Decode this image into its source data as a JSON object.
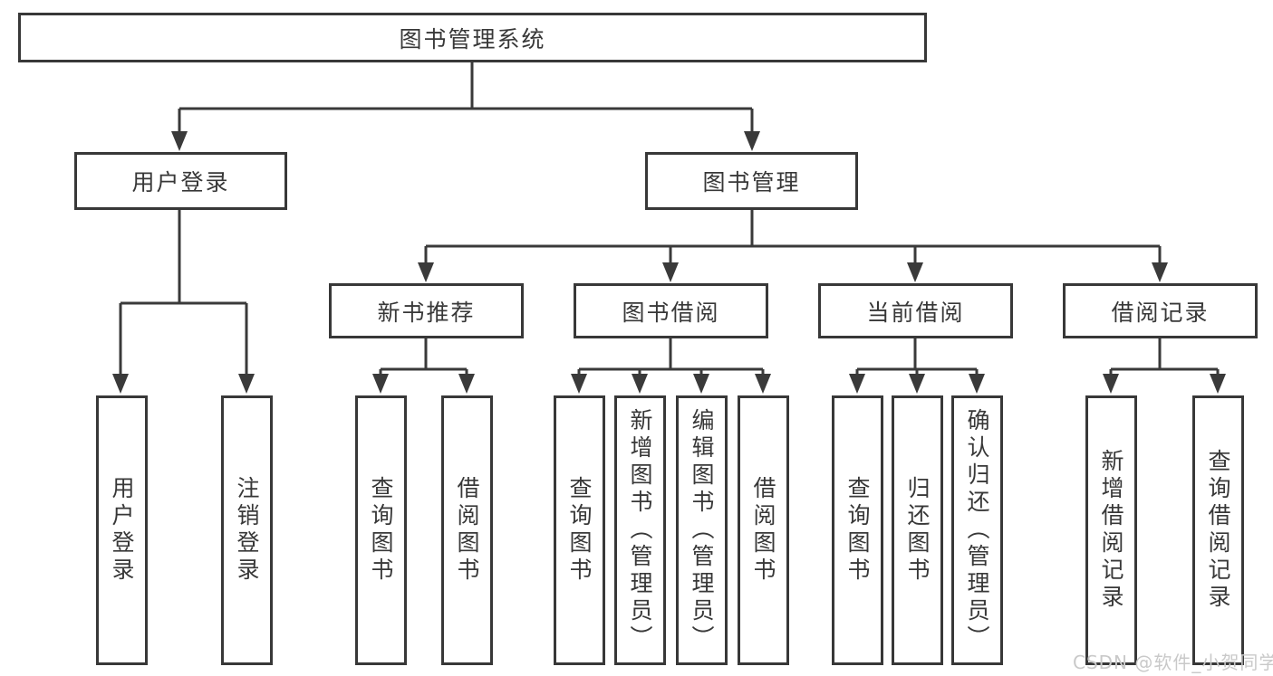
{
  "diagram": {
    "root": {
      "label": "图书管理系统"
    },
    "level2": [
      {
        "id": "user-login",
        "label": "用户登录"
      },
      {
        "id": "book-management",
        "label": "图书管理"
      }
    ],
    "level3": [
      {
        "id": "new-book-recommendation",
        "label": "新书推荐"
      },
      {
        "id": "book-borrowing",
        "label": "图书借阅"
      },
      {
        "id": "current-borrowing",
        "label": "当前借阅"
      },
      {
        "id": "borrowing-records",
        "label": "借阅记录"
      }
    ],
    "leaves": [
      {
        "parent": "用户登录",
        "label": "用户登录"
      },
      {
        "parent": "用户登录",
        "label": "注销登录"
      },
      {
        "parent": "新书推荐",
        "label": "查询图书"
      },
      {
        "parent": "新书推荐",
        "label": "借阅图书"
      },
      {
        "parent": "图书借阅",
        "label": "查询图书"
      },
      {
        "parent": "图书借阅",
        "label": "新增图书（管理员）"
      },
      {
        "parent": "图书借阅",
        "label": "编辑图书（管理员）"
      },
      {
        "parent": "图书借阅",
        "label": "借阅图书"
      },
      {
        "parent": "当前借阅",
        "label": "查询图书"
      },
      {
        "parent": "当前借阅",
        "label": "归还图书"
      },
      {
        "parent": "当前借阅",
        "label": "确认归还（管理员）"
      },
      {
        "parent": "借阅记录",
        "label": "新增借阅记录"
      },
      {
        "parent": "借阅记录",
        "label": "查询借阅记录"
      }
    ]
  },
  "watermark": {
    "text": "CSDN @软件_小贺同学",
    "color": "#c9c9c9"
  },
  "colors": {
    "line": "#3a3a3a",
    "text": "#383838",
    "background": "#ffffff"
  }
}
